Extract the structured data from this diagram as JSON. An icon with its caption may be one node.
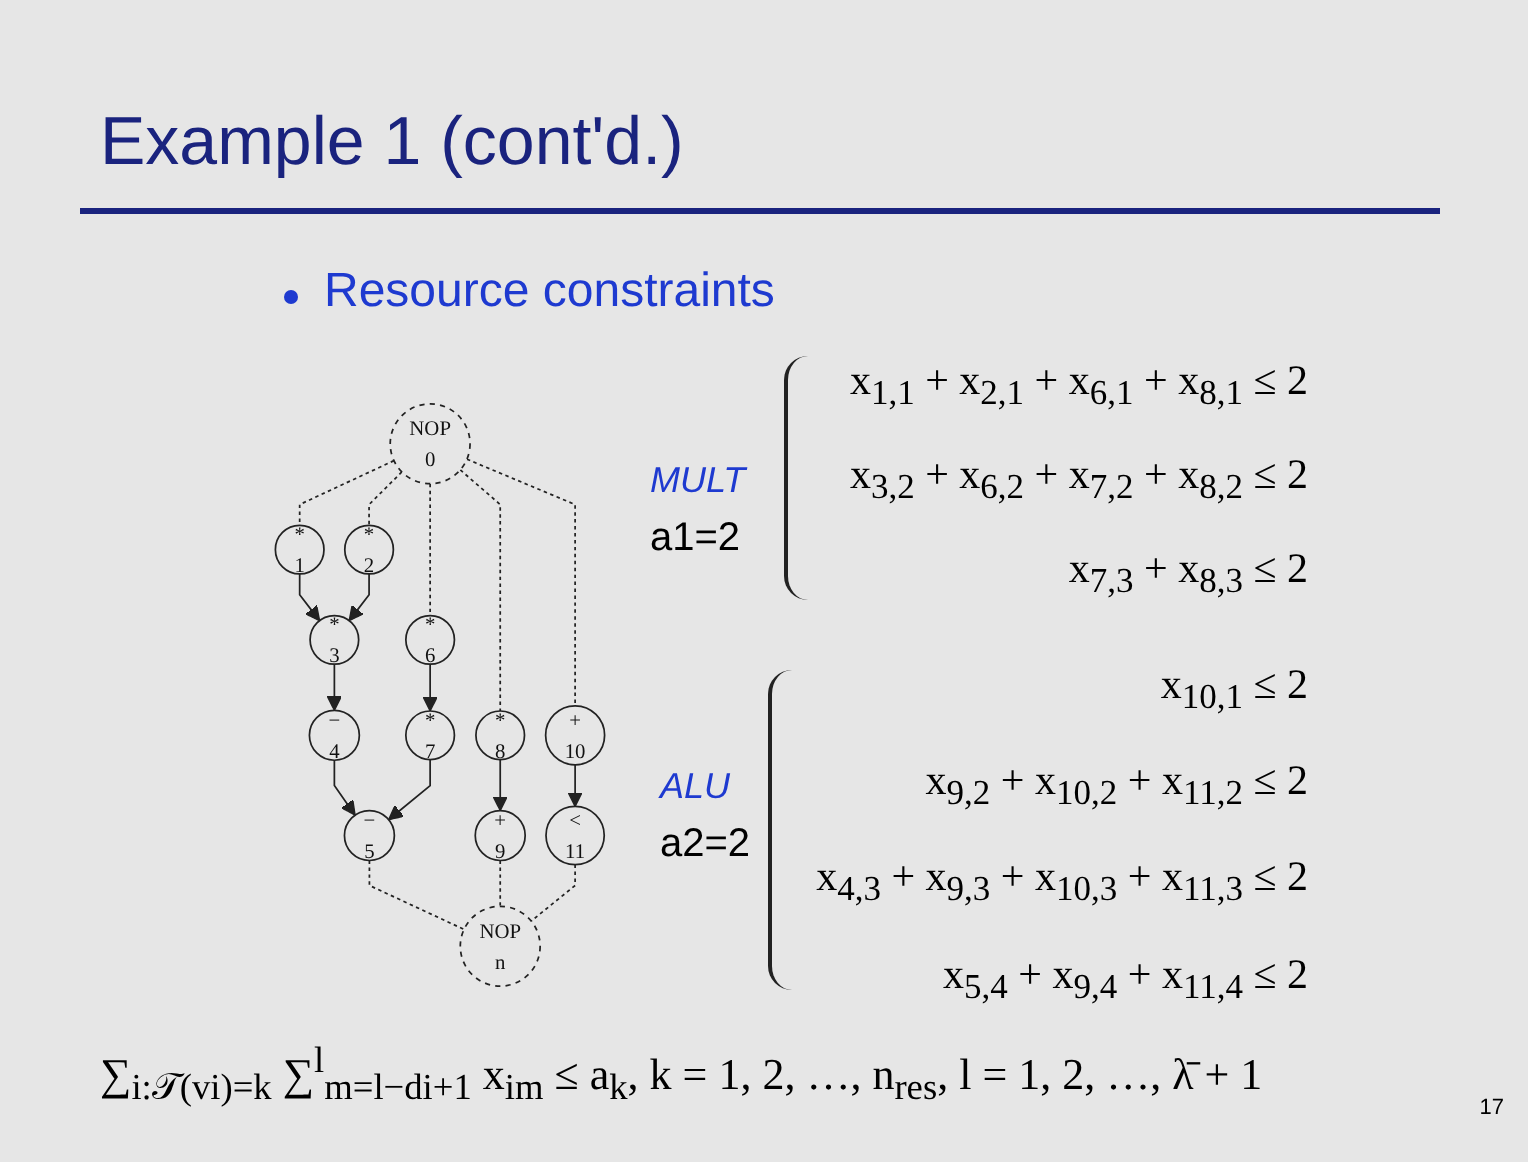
{
  "diagram": {
    "title": "Example 1 (cont'd.)",
    "nodes": [
      {
        "text": [
          "NOP",
          "0"
        ]
      },
      {
        "text": [
          "*",
          "1"
        ]
      },
      {
        "text": [
          "*",
          "2"
        ]
      },
      {
        "text": [
          "*",
          "6"
        ]
      },
      {
        "text": [
          "*",
          "8"
        ]
      },
      {
        "text": [
          "+",
          "10"
        ]
      },
      {
        "text": [
          "*",
          "3"
        ]
      },
      {
        "text": [
          "*",
          "7"
        ]
      },
      {
        "text": [
          "+",
          "9"
        ]
      },
      {
        "text": [
          "<",
          "11"
        ]
      },
      {
        "text": [
          "−",
          "4"
        ]
      },
      {
        "text": [
          "−",
          "5"
        ]
      },
      {
        "text": [
          "NOP",
          "n"
        ]
      }
    ],
    "edges": [
      {
        "from": 0,
        "to": 1,
        "arrow": "none",
        "style": "dashed"
      },
      {
        "from": 0,
        "to": 2,
        "arrow": "none",
        "style": "dashed"
      },
      {
        "from": 0,
        "to": 3,
        "arrow": "none",
        "style": "dashed"
      },
      {
        "from": 0,
        "to": 4,
        "arrow": "none",
        "style": "dashed"
      },
      {
        "from": 0,
        "to": 5,
        "arrow": "none",
        "style": "dashed"
      },
      {
        "from": 1,
        "to": 6,
        "arrow": "to"
      },
      {
        "from": 2,
        "to": 6,
        "arrow": "to"
      },
      {
        "from": 3,
        "to": 7,
        "arrow": "to"
      },
      {
        "from": 4,
        "to": 8,
        "arrow": "to"
      },
      {
        "from": 5,
        "to": 9,
        "arrow": "to"
      },
      {
        "from": 6,
        "to": 10,
        "arrow": "to"
      },
      {
        "from": 10,
        "to": 11,
        "arrow": "to"
      },
      {
        "from": 7,
        "to": 11,
        "arrow": "to"
      },
      {
        "from": 11,
        "to": 12,
        "arrow": "none",
        "style": "dashed"
      },
      {
        "from": 8,
        "to": 12,
        "arrow": "none",
        "style": "dashed"
      },
      {
        "from": 9,
        "to": 12,
        "arrow": "none",
        "style": "dashed"
      }
    ],
    "labels": [
      "Resource constraints",
      "MULT",
      "a1=2",
      "x$_{1,1}$ + x$_{2,1}$ + x$_{6,1}$ + x$_{8,1}$ ≤ 2",
      "x$_{3,2}$ + x$_{6,2}$ + x$_{7,2}$ + x$_{8,2}$ ≤ 2",
      "x$_{7,3}$ + x$_{8,3}$ ≤ 2",
      "ALU",
      "a2=2",
      "x$_{10,1}$ ≤ 2",
      "x$_{9,2}$ + x$_{10,2}$ + x$_{11,2}$ ≤ 2",
      "x$_{4,3}$ + x$_{9,3}$ + x$_{10,3}$ + x$_{11,3}$ ≤ 2",
      "x$_{5,4}$ + x$_{9,4}$ + x$_{11,4}$ ≤ 2",
      "∑$_{i:𝒯(vi)=k}$ ∑$^{l}$$_{m=l−di+1}$ x$_{im}$ ≤ a$_{k}$,  k = 1, 2, …, n$_{res}$,  l = 1, 2, …, λ̄ + 1",
      "17"
    ]
  }
}
